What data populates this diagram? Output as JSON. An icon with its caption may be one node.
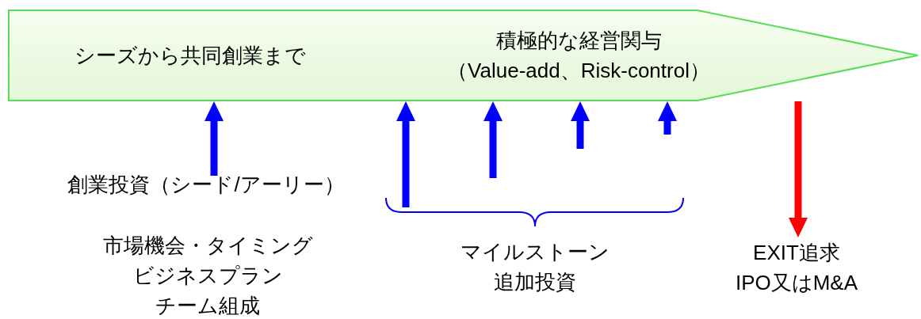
{
  "diagram": {
    "nodes": [
      {
        "text": [
          "シーズから共同創業まで",
          "積極的な経営関与（Value-add、Risk-control）"
        ]
      },
      {
        "text": [
          "創業投資（シード/アーリー）"
        ]
      },
      {
        "text": [
          "EXIT追求 IPO又はM&A"
        ]
      }
    ],
    "edges": [
      {
        "from": 1,
        "to": 0,
        "arrow": "to"
      },
      {
        "from": null,
        "to": 0,
        "arrow": "to"
      },
      {
        "from": null,
        "to": 0,
        "arrow": "to"
      },
      {
        "from": null,
        "to": 0,
        "arrow": "to"
      },
      {
        "from": null,
        "to": 0,
        "arrow": "to"
      },
      {
        "from": 0,
        "to": 2,
        "arrow": "to",
        "color": "#ff0000"
      }
    ],
    "labels": [
      "市場機会・タイミング",
      "ビジネスプラン",
      "チーム組成",
      "マイルストーン追加投資"
    ]
  }
}
